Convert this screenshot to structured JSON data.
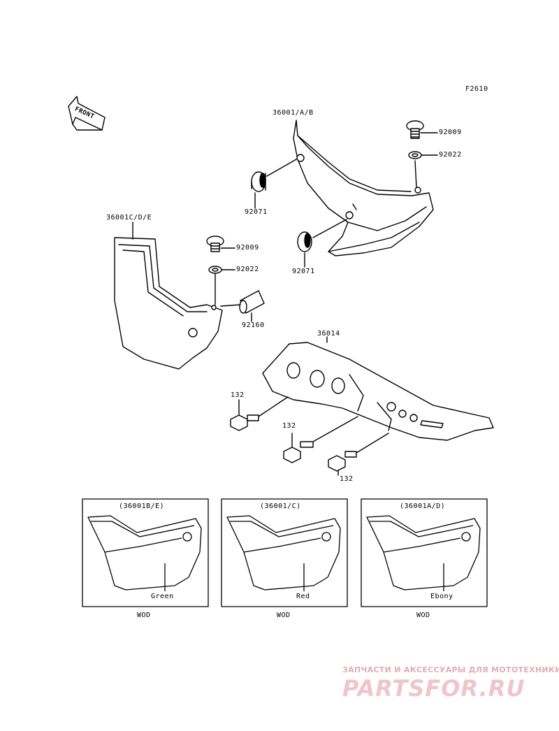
{
  "diagram_code": "F2610",
  "front_arrow_label": "FRONT",
  "parts": {
    "cover_left_sub": "36001/A/B",
    "cover_right_sub": "36001C/D/E",
    "bolt_upper": "92009",
    "washer_upper": "92022",
    "grommet_upper": "92071",
    "grommet_lower": "92071",
    "bolt_left": "92009",
    "washer_left": "92022",
    "collar": "92160",
    "chain_guard": "36014",
    "bolt_132_a": "132",
    "bolt_132_b": "132",
    "bolt_132_c": "132"
  },
  "variants": [
    {
      "part": "(36001B/E)",
      "color": "Green",
      "code": "WOD"
    },
    {
      "part": "(36001/C)",
      "color": "Red",
      "code": "WOD"
    },
    {
      "part": "(36001A/D)",
      "color": "Ebony",
      "code": "WOD"
    }
  ],
  "watermark": {
    "tagline": "ЗАПЧАСТИ И АКСЕССУАРЫ ДЛЯ МОТОТЕХНИКИ",
    "brand": "PARTSFOR.RU"
  }
}
